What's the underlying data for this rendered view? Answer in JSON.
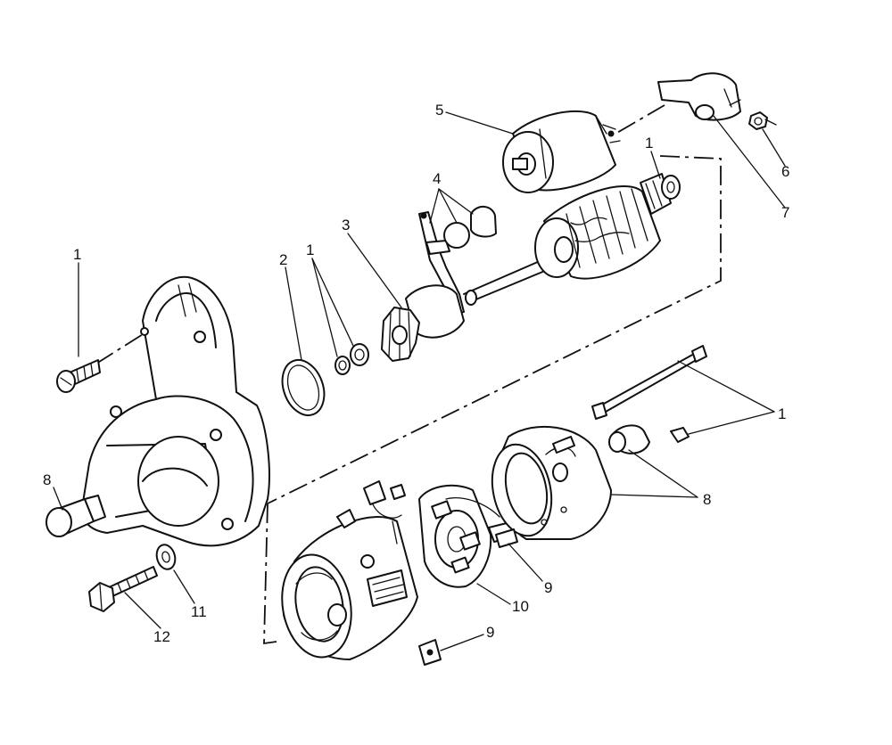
{
  "callouts": [
    {
      "id": "c1a",
      "text": "1"
    },
    {
      "id": "c1b",
      "text": "1"
    },
    {
      "id": "c1c",
      "text": "1"
    },
    {
      "id": "c1d",
      "text": "1"
    },
    {
      "id": "c2",
      "text": "2"
    },
    {
      "id": "c3",
      "text": "3"
    },
    {
      "id": "c4",
      "text": "4"
    },
    {
      "id": "c5",
      "text": "5"
    },
    {
      "id": "c6",
      "text": "6"
    },
    {
      "id": "c7",
      "text": "7"
    },
    {
      "id": "c8a",
      "text": "8"
    },
    {
      "id": "c8b",
      "text": "8"
    },
    {
      "id": "c9a",
      "text": "9"
    },
    {
      "id": "c9b",
      "text": "9"
    },
    {
      "id": "c10",
      "text": "10"
    },
    {
      "id": "c11",
      "text": "11"
    },
    {
      "id": "c12",
      "text": "12"
    }
  ]
}
